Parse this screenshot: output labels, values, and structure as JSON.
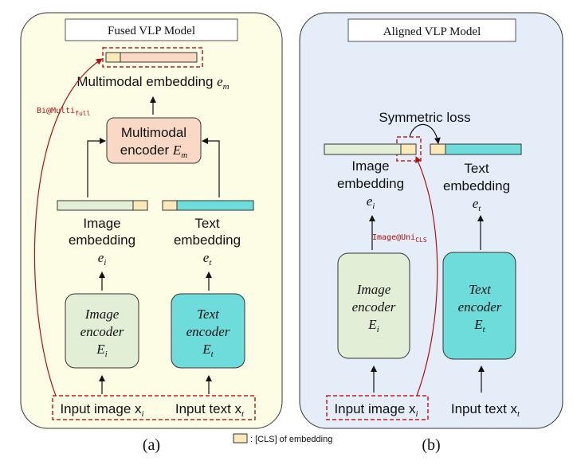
{
  "colors": {
    "fused_panel_fill": "#fdfde6",
    "aligned_panel_fill": "#e4edf8",
    "image_color": "#e2eed6",
    "text_color": "#6fdcdc",
    "cls_color": "#fce9b8",
    "multimodal_color": "#f9d9c6",
    "highlight_red": "#c81c1c",
    "arrow_red": "#b01010"
  },
  "legend": {
    "text": ": [CLS] of embedding"
  },
  "fused": {
    "title": "Fused VLP Model",
    "caption": "(a)",
    "multimodal_embedding_label": "Multimodal embedding ",
    "multimodal_embedding_symbol": "e",
    "multimodal_embedding_sub": "m",
    "encoder_label_line1": "Multimodal",
    "encoder_label_line2": "encoder ",
    "encoder_symbol": "E",
    "encoder_sub": "m",
    "image_embedding_line1": "Image",
    "image_embedding_line2": "embedding",
    "image_embedding_symbol": "e",
    "image_embedding_sub": "i",
    "text_embedding_line1": "Text",
    "text_embedding_line2": "embedding",
    "text_embedding_symbol": "e",
    "text_embedding_sub": "t",
    "image_encoder_line1": "Image",
    "image_encoder_line2": "encoder",
    "image_encoder_symbol": "E",
    "image_encoder_sub": "i",
    "text_encoder_line1": "Text",
    "text_encoder_line2": "encoder",
    "text_encoder_symbol": "E",
    "text_encoder_sub": "t",
    "input_image": "Input image x",
    "input_image_sub": "i",
    "input_text": "Input text x",
    "input_text_sub": "t",
    "probe_label": "Bi@Multi",
    "probe_label_sub": "full"
  },
  "aligned": {
    "title": "Aligned VLP Model",
    "caption": "(b)",
    "symmetric_loss": "Symmetric loss",
    "image_embedding_line1": "Image",
    "image_embedding_line2": "embedding",
    "image_embedding_symbol": "e",
    "image_embedding_sub": "i",
    "text_embedding_line1": "Text",
    "text_embedding_line2": "embedding",
    "text_embedding_symbol": "e",
    "text_embedding_sub": "t",
    "image_encoder_line1": "Image",
    "image_encoder_line2": "encoder",
    "image_encoder_symbol": "E",
    "image_encoder_sub": "i",
    "text_encoder_line1": "Text",
    "text_encoder_line2": "encoder",
    "text_encoder_symbol": "E",
    "text_encoder_sub": "t",
    "input_image": "Input image x",
    "input_image_sub": "i",
    "input_text": "Input text x",
    "input_text_sub": "t",
    "probe_label": "Image@Uni",
    "probe_label_sub": "CLS"
  }
}
